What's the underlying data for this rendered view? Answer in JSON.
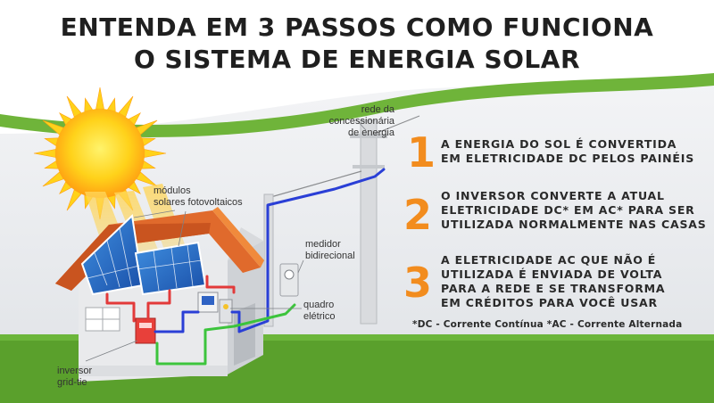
{
  "title": {
    "line1": "ENTENDA EM 3 PASSOS COMO FUNCIONA",
    "line2": "O SISTEMA DE ENERGIA SOLAR"
  },
  "labels": {
    "grid": [
      "rede da",
      "concessionária",
      "de energia"
    ],
    "modules": [
      "módulos",
      "solares fotovoltaicos"
    ],
    "meter": [
      "medidor",
      "bidirecional"
    ],
    "panel": [
      "quadro",
      "elétrico"
    ],
    "inverter": [
      "inversor",
      "grid-tie"
    ]
  },
  "steps": [
    {
      "number": "1",
      "lines": [
        "A ENERGIA DO SOL É CONVERTIDA",
        "EM  ELETRICIDADE DC PELOS PAINÉIS"
      ]
    },
    {
      "number": "2",
      "lines": [
        "O INVERSOR CONVERTE A ATUAL",
        "ELETRICIDADE DC* EM AC* PARA SER",
        "UTILIZADA NORMALMENTE NAS CASAS"
      ]
    },
    {
      "number": "3",
      "lines": [
        "A ELETRICIDADE AC QUE NÃO É",
        "UTILIZADA É ENVIADA DE VOLTA",
        "PARA A REDE E SE TRANSFORMA",
        "EM CRÉDITOS PARA VOCÊ USAR"
      ]
    }
  ],
  "footnote": "*DC - Corrente Contínua *AC - Corrente Alternada",
  "icons": [
    "sun-icon",
    "house-icon",
    "solar-panel-icon",
    "utility-pole-icon",
    "meter-icon",
    "inverter-icon",
    "electrical-panel-icon"
  ],
  "colors": {
    "accent_orange": "#f28c1e",
    "grass_green": "#5aa02c",
    "hill_gray": "#e9ebee",
    "sun_yellow": "#ffd21a",
    "dc_wire": "#e23a3a",
    "ac_wire": "#2a3fd6",
    "green_wire": "#3cc43c"
  }
}
